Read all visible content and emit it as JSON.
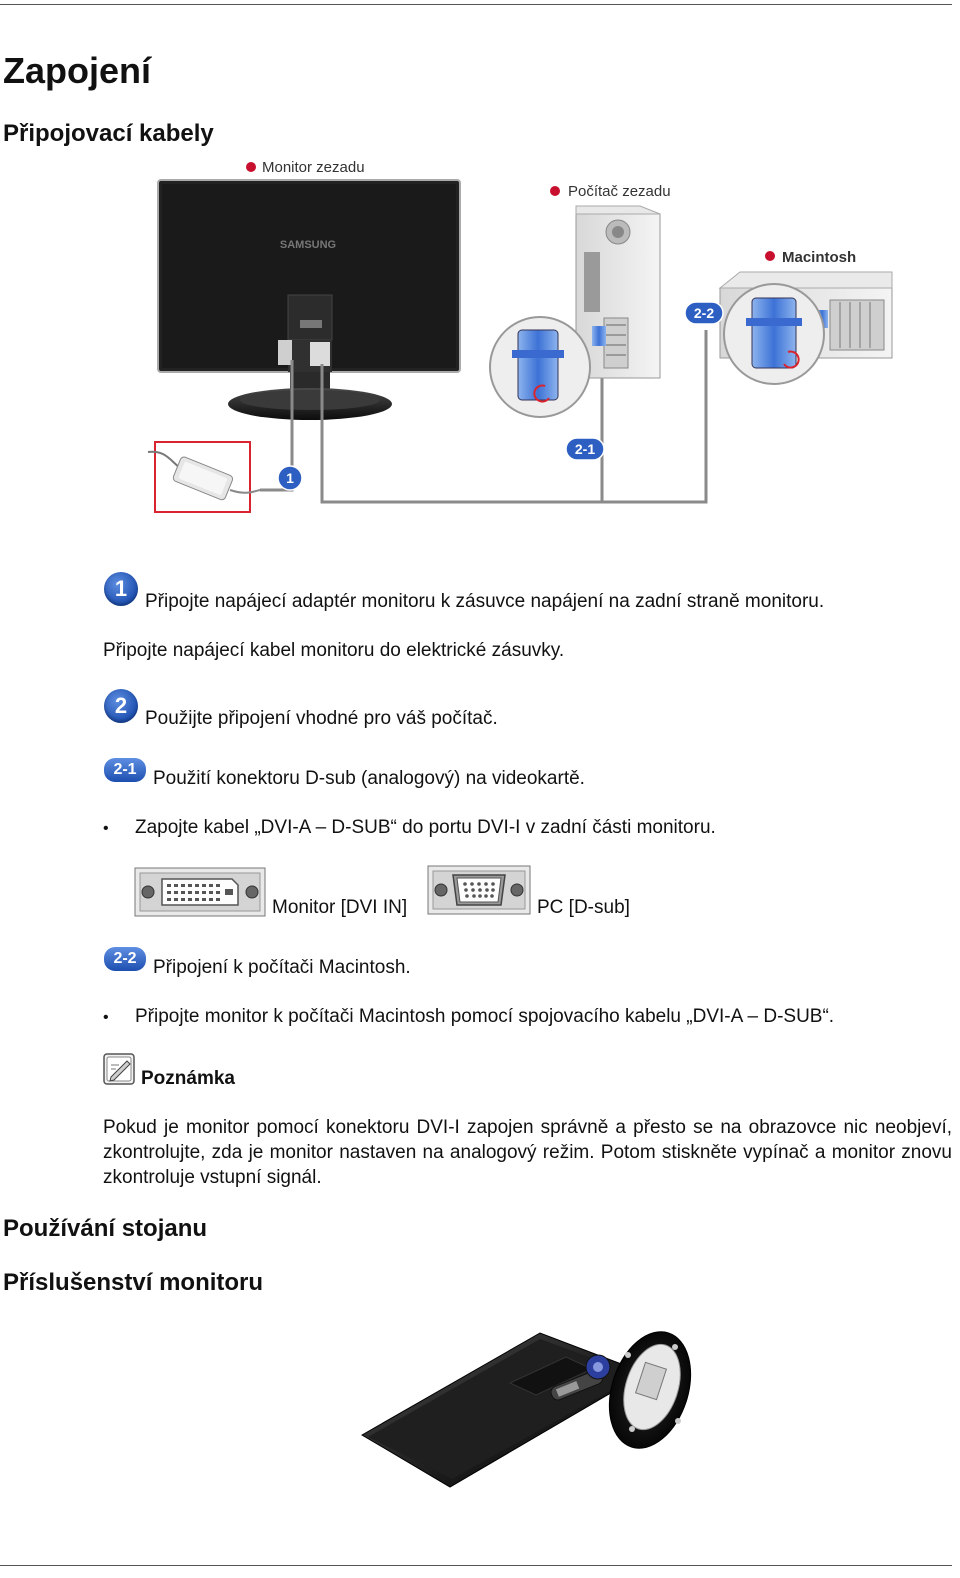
{
  "page": {
    "title": "Zapojení",
    "section_cables": "Připojovací kabely",
    "section_stand": "Používání stojanu",
    "section_accessories": "Příslušenství monitoru"
  },
  "diagram": {
    "label_monitor_back": "Monitor zezadu",
    "label_pc_back": "Počítač zezadu",
    "label_mac": "Macintosh",
    "brand": "SAMSUNG",
    "badge_1": "1",
    "badge_2_1": "2-1",
    "badge_2_2": "2-2"
  },
  "steps": {
    "step1_badge": "1",
    "step1_text": "Připojte napájecí adaptér monitoru k zásuvce napájení na zadní straně monitoru.",
    "step1_sub": "Připojte napájecí kabel monitoru do elektrické zásuvky.",
    "step2_badge": "2",
    "step2_text": "Použijte připojení vhodné pro váš počítač.",
    "step21_badge": "2-1",
    "step21_text": "Použití konektoru D-sub (analogový) na videokartě.",
    "step21_bullet": "Zapojte kabel „DVI-A – D-SUB“ do portu DVI-I v zadní části monitoru.",
    "port_monitor": "Monitor [DVI IN]",
    "port_pc": "PC [D-sub]",
    "step22_badge": "2-2",
    "step22_text": "Připojení k počítači Macintosh.",
    "step22_bullet": "Připojte monitor k počítači Macintosh pomocí spojovacího kabelu „DVI-A – D-SUB“.",
    "bullet_char": "•"
  },
  "note": {
    "title": "Poznámka",
    "body": "Pokud je monitor pomocí konektoru DVI-I zapojen správně a přesto se na obrazovce nic neobjeví, zkontrolujte, zda je monitor nastaven na analogový režim. Potom stiskněte vypínač a monitor znovu zkontroluje vstupní signál."
  },
  "colors": {
    "badge_blue": "#1d4fb0",
    "marker_red": "#c8102e"
  }
}
